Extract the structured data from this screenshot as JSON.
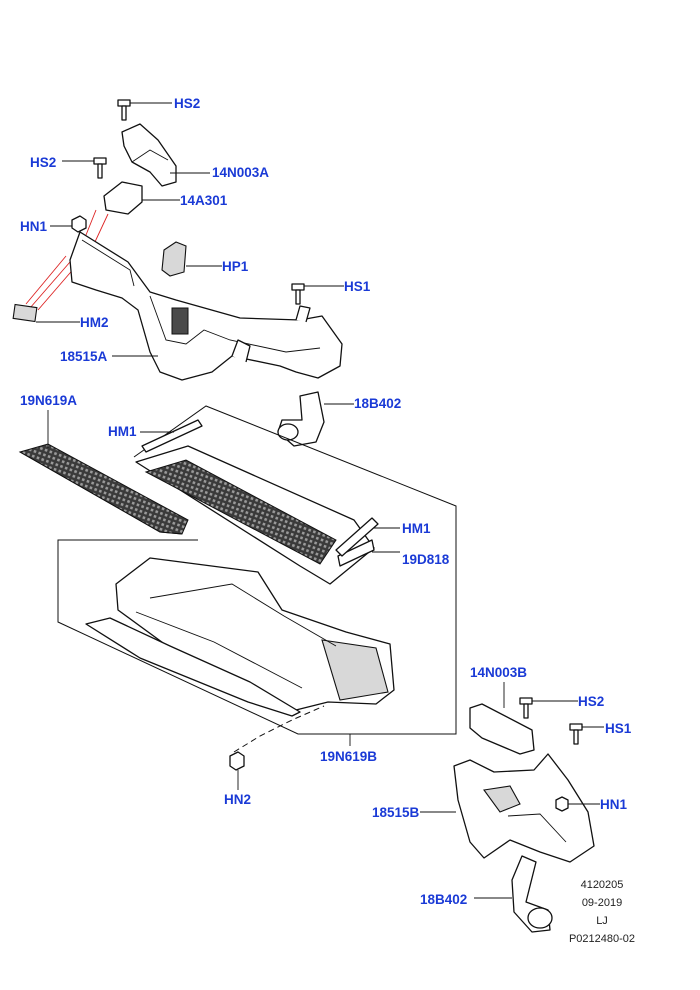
{
  "labels": {
    "hs2_top": "HS2",
    "hs2_left": "HS2",
    "p14n003a": "14N003A",
    "p14a301": "14A301",
    "hn1_top": "HN1",
    "hp1": "HP1",
    "hs1_top": "HS1",
    "hm2": "HM2",
    "p18515a": "18515A",
    "p18b402_top": "18B402",
    "p19n619a": "19N619A",
    "hm1_left": "HM1",
    "hm1_right": "HM1",
    "p19d818": "19D818",
    "p14n003b": "14N003B",
    "hs2_right": "HS2",
    "hs1_right": "HS1",
    "hn1_right": "HN1",
    "p18515b": "18515B",
    "p19n619b": "19N619B",
    "hn2": "HN2",
    "p18b402_bottom": "18B402"
  },
  "meta": {
    "number": "4120205",
    "date": "09-2019",
    "initials": "LJ",
    "reference": "P0212480-02"
  },
  "colors": {
    "callout": "#1a3ad6",
    "line": "#111111",
    "red_line": "#dd2222"
  }
}
